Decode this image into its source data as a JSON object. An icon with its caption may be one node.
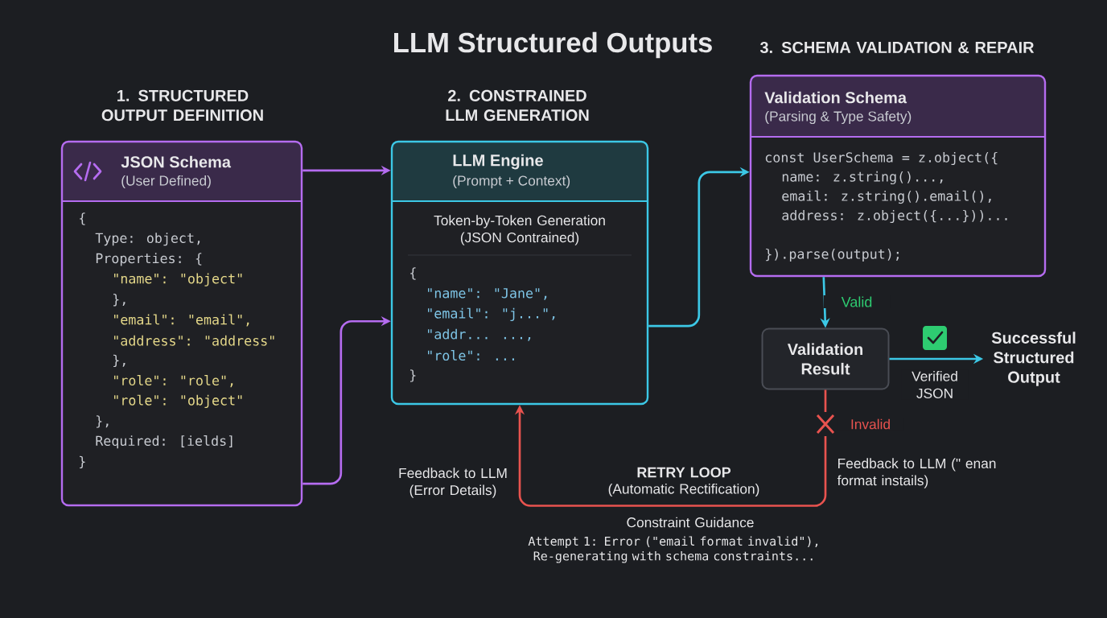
{
  "diagram": {
    "title": "LLM Structured Outputs",
    "nodes": [
      {
        "text": [
          "1. STRUCTURED OUTPUT DEFINITION",
          "JSON Schema",
          "(User Defined)",
          "{",
          "Type: object,",
          "Properties: {",
          "\"name\": \"object\"",
          "},",
          "\"email\": \"email\",",
          "\"address\": \"address\"",
          "},",
          "\"role\": \"role\",",
          "\"role\": \"object\"",
          "},",
          "Required: [ields]",
          "}"
        ]
      },
      {
        "text": [
          "2. CONSTRAINED LLM GENERATION",
          "LLM Engine",
          "(Prompt + Context)",
          "Token-by-Token Generation (JSON Contrained)",
          "{",
          "\"name\": \"Jane\",",
          "\"email\": \"j...\",",
          "\"addr... ...,",
          "\"role\": ...",
          "}"
        ]
      },
      {
        "text": [
          "3. SCHEMA VALIDATION & REPAIR",
          "Validation Schema",
          "(Parsing & Type Safety)",
          "const UserSchema = z.object({",
          "name: z.string()...,",
          "email: z.string().email(),",
          "address: z.object({...}))...",
          "}).parse(output);"
        ]
      },
      {
        "text": [
          "Validation Result"
        ]
      },
      {
        "text": [
          "Successful Structured Output"
        ]
      }
    ],
    "edges": [
      {
        "from": 0,
        "to": 1,
        "arrow": "to",
        "color": "#b56cf0"
      },
      {
        "from": 0,
        "to": 1,
        "arrow": "to",
        "color": "#b56cf0"
      },
      {
        "from": 1,
        "to": 2,
        "arrow": "to"
      },
      {
        "from": 2,
        "to": 3,
        "arrow": "to",
        "label": "Valid"
      },
      {
        "from": 3,
        "to": 4,
        "arrow": "to",
        "label": "Verified JSON"
      },
      {
        "from": 3,
        "to": 1,
        "arrow": "to",
        "label": "Invalid",
        "color": "#e8534f"
      }
    ],
    "labels": [
      "Feedback to LLM (Error Details)",
      "RETRY LOOP",
      "(Automatic Rectification)",
      "Feedback to LLM (\" enan format instails)",
      "Constraint Guidance",
      "Attempt 1: Error (\"email format invalid\"), Re-generating with schema constraints..."
    ]
  }
}
